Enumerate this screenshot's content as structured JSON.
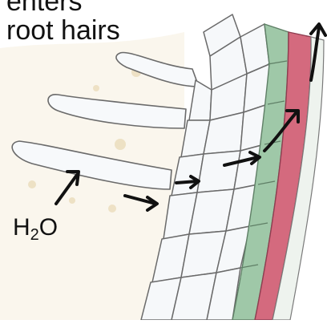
{
  "labels": {
    "top_partial": "enters",
    "root_hairs": "root hairs",
    "water_H": "H",
    "water_sub": "2",
    "water_O": "O"
  },
  "colors": {
    "background": "#ffffff",
    "soil_tint": "#f4ecd8",
    "cell_fill": "#f6f8fa",
    "cell_outline": "#6a6a6a",
    "endodermis_green": "#9fc8a8",
    "xylem_red": "#d46a7e",
    "arrow": "#111111"
  }
}
